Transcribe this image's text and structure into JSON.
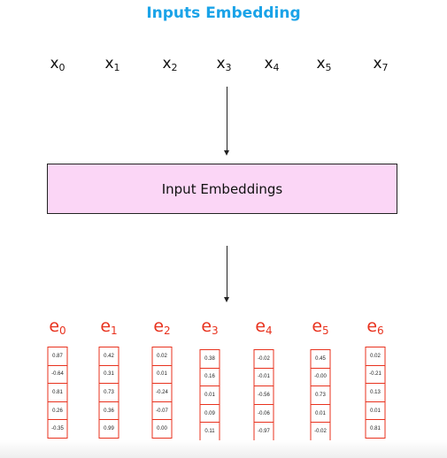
{
  "title": "Inputs Embedding",
  "box_label": "Input Embeddings",
  "tokens": [
    {
      "base": "x",
      "sub": "0"
    },
    {
      "base": "x",
      "sub": "1"
    },
    {
      "base": "x",
      "sub": "2"
    },
    {
      "base": "x",
      "sub": "3"
    },
    {
      "base": "x",
      "sub": "4"
    },
    {
      "base": "x",
      "sub": "5"
    },
    {
      "base": "x",
      "sub": "7"
    }
  ],
  "embeddings": [
    {
      "base": "e",
      "sub": "0",
      "values": [
        "0.87",
        "-0.64",
        "0.81",
        "0.26",
        "-0.35"
      ]
    },
    {
      "base": "e",
      "sub": "1",
      "values": [
        "0.42",
        "0.31",
        "0.73",
        "0.36",
        "0.99"
      ]
    },
    {
      "base": "e",
      "sub": "2",
      "values": [
        "0.02",
        "0.01",
        "-0.24",
        "-0.07",
        "0.00"
      ]
    },
    {
      "base": "e",
      "sub": "3",
      "values": [
        "0.38",
        "0.16",
        "0.01",
        "0.09",
        "0.11"
      ]
    },
    {
      "base": "e",
      "sub": "4",
      "values": [
        "-0.02",
        "-0.01",
        "-0.56",
        "-0.06",
        "-0.97"
      ]
    },
    {
      "base": "e",
      "sub": "5",
      "values": [
        "0.45",
        "-0.00",
        "0.73",
        "0.01",
        "-0.02"
      ]
    },
    {
      "base": "e",
      "sub": "6",
      "values": [
        "0.02",
        "-0.21",
        "0.13",
        "0.01",
        "0.81"
      ]
    }
  ],
  "colors": {
    "title": "#1aa3e8",
    "embedding": "#e8321e",
    "box_fill": "#fbd6f6"
  }
}
